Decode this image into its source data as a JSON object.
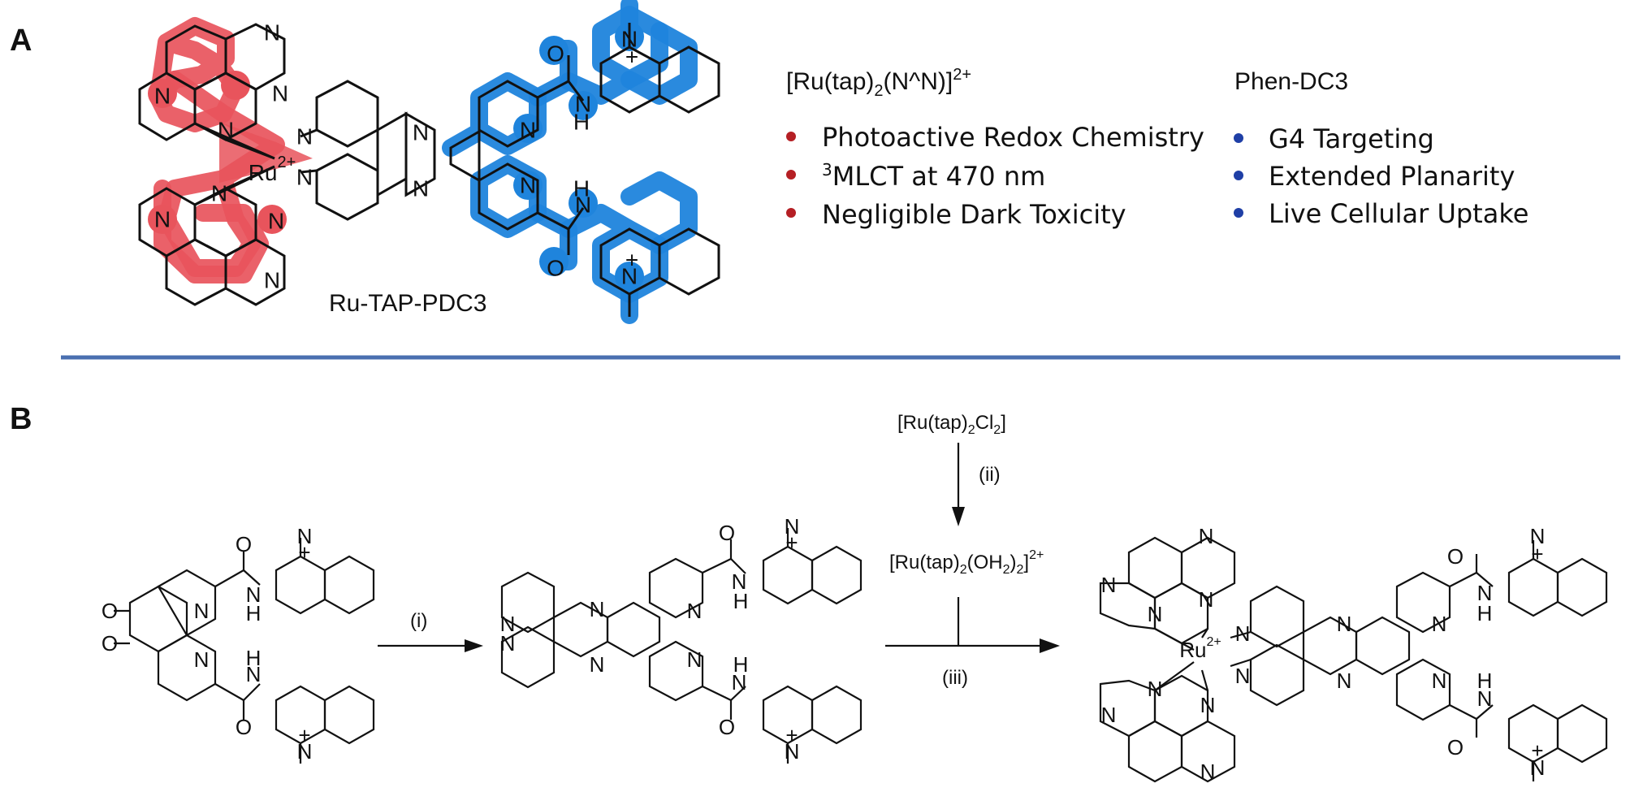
{
  "panels": {
    "a_letter": "A",
    "b_letter": "B"
  },
  "panel_a": {
    "compound_name": "Ru-TAP-PDC3",
    "metal_label": "Ru",
    "metal_charge": "2+",
    "ru_group": {
      "title_pre": "[Ru(tap)",
      "title_sub": "2",
      "title_post": "(N^N)]",
      "title_sup": "2+",
      "bullet_color": "#b51f24",
      "bullets": [
        "Photoactive Redox Chemistry",
        "MLCT at 470 nm",
        "Negligible Dark Toxicity"
      ],
      "bullet2_sup": "3"
    },
    "phen_group": {
      "title": "Phen-DC3",
      "bullet_color": "#1f3fa6",
      "bullets": [
        "G4 Targeting",
        "Extended Planarity",
        "Live Cellular Uptake"
      ]
    },
    "highlight_colors": {
      "ru_part": "#e8545c",
      "phen_part": "#1f84dc"
    }
  },
  "divider_color": "#4a6fb0",
  "panel_b": {
    "step1": "(i)",
    "step2": "(ii)",
    "step3": "(iii)",
    "reagent1_pre": "[Ru(tap)",
    "reagent1_sub": "2",
    "reagent1_post": "Cl",
    "reagent1_sub2": "2",
    "reagent1_end": "]",
    "reagent2_pre": "[Ru(tap)",
    "reagent2_sub": "2",
    "reagent2_mid": "(OH",
    "reagent2_sub2": "2",
    "reagent2_post": ")",
    "reagent2_sub3": "2",
    "reagent2_end": "]",
    "reagent2_sup": "2+",
    "atoms": {
      "N": "N",
      "O": "O",
      "H": "H",
      "NH": "N",
      "plus": "+",
      "Ru": "Ru",
      "charge": "2+"
    }
  }
}
